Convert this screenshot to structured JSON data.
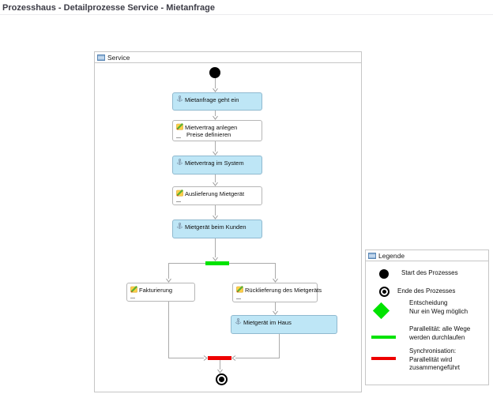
{
  "page_title": "Prozesshaus - Detailprozesse Service - Mietanfrage",
  "diagram": {
    "frame_label": "Service",
    "nodes": [
      {
        "kind": "start-node"
      },
      {
        "kind": "state",
        "icon": "anchor-icon",
        "label": "Mietanfrage geht ein"
      },
      {
        "kind": "activity",
        "icon": "note-icon",
        "lines": [
          "Mietvertrag anlegen",
          "Preise definieren"
        ]
      },
      {
        "kind": "state",
        "icon": "anchor-icon",
        "label": "Mietvertrag im System"
      },
      {
        "kind": "activity",
        "icon": "note-icon",
        "lines": [
          "Auslieferung Mietgerät"
        ]
      },
      {
        "kind": "state",
        "icon": "anchor-icon",
        "label": "Mietgerät beim Kunden"
      },
      {
        "kind": "fork-bar"
      },
      {
        "kind": "activity",
        "icon": "note-icon",
        "lines": [
          "Fakturierung"
        ]
      },
      {
        "kind": "activity",
        "icon": "note-icon",
        "lines": [
          "Rücklieferung des Mietgeräts"
        ]
      },
      {
        "kind": "state",
        "icon": "anchor-icon",
        "label": "Mietgerät im Haus"
      },
      {
        "kind": "join-bar"
      },
      {
        "kind": "end-node"
      }
    ]
  },
  "legend": {
    "frame_label": "Legende",
    "items": [
      {
        "symbol": "start-circle",
        "lines": [
          "Start des Prozesses"
        ]
      },
      {
        "symbol": "end-circle",
        "lines": [
          "Ende des Prozesses"
        ]
      },
      {
        "symbol": "decision-diamond",
        "lines": [
          "Entscheidung",
          "Nur ein Weg möglich"
        ]
      },
      {
        "symbol": "parallel-bar-green",
        "lines": [
          "Parallelität: alle Wege",
          "werden durchlaufen"
        ]
      },
      {
        "symbol": "sync-bar-red",
        "lines": [
          "Synchronisation:",
          "Parallelität wird",
          "zusammengeführt"
        ]
      }
    ]
  },
  "colors": {
    "state_fill": "#bee6f6",
    "state_border": "#8fb9cf",
    "activity_border": "#b6b6b6",
    "parallel_green": "#00e300",
    "sync_red": "#ee0000",
    "connector_grey": "#ababab",
    "title_text": "#3c3c46"
  }
}
